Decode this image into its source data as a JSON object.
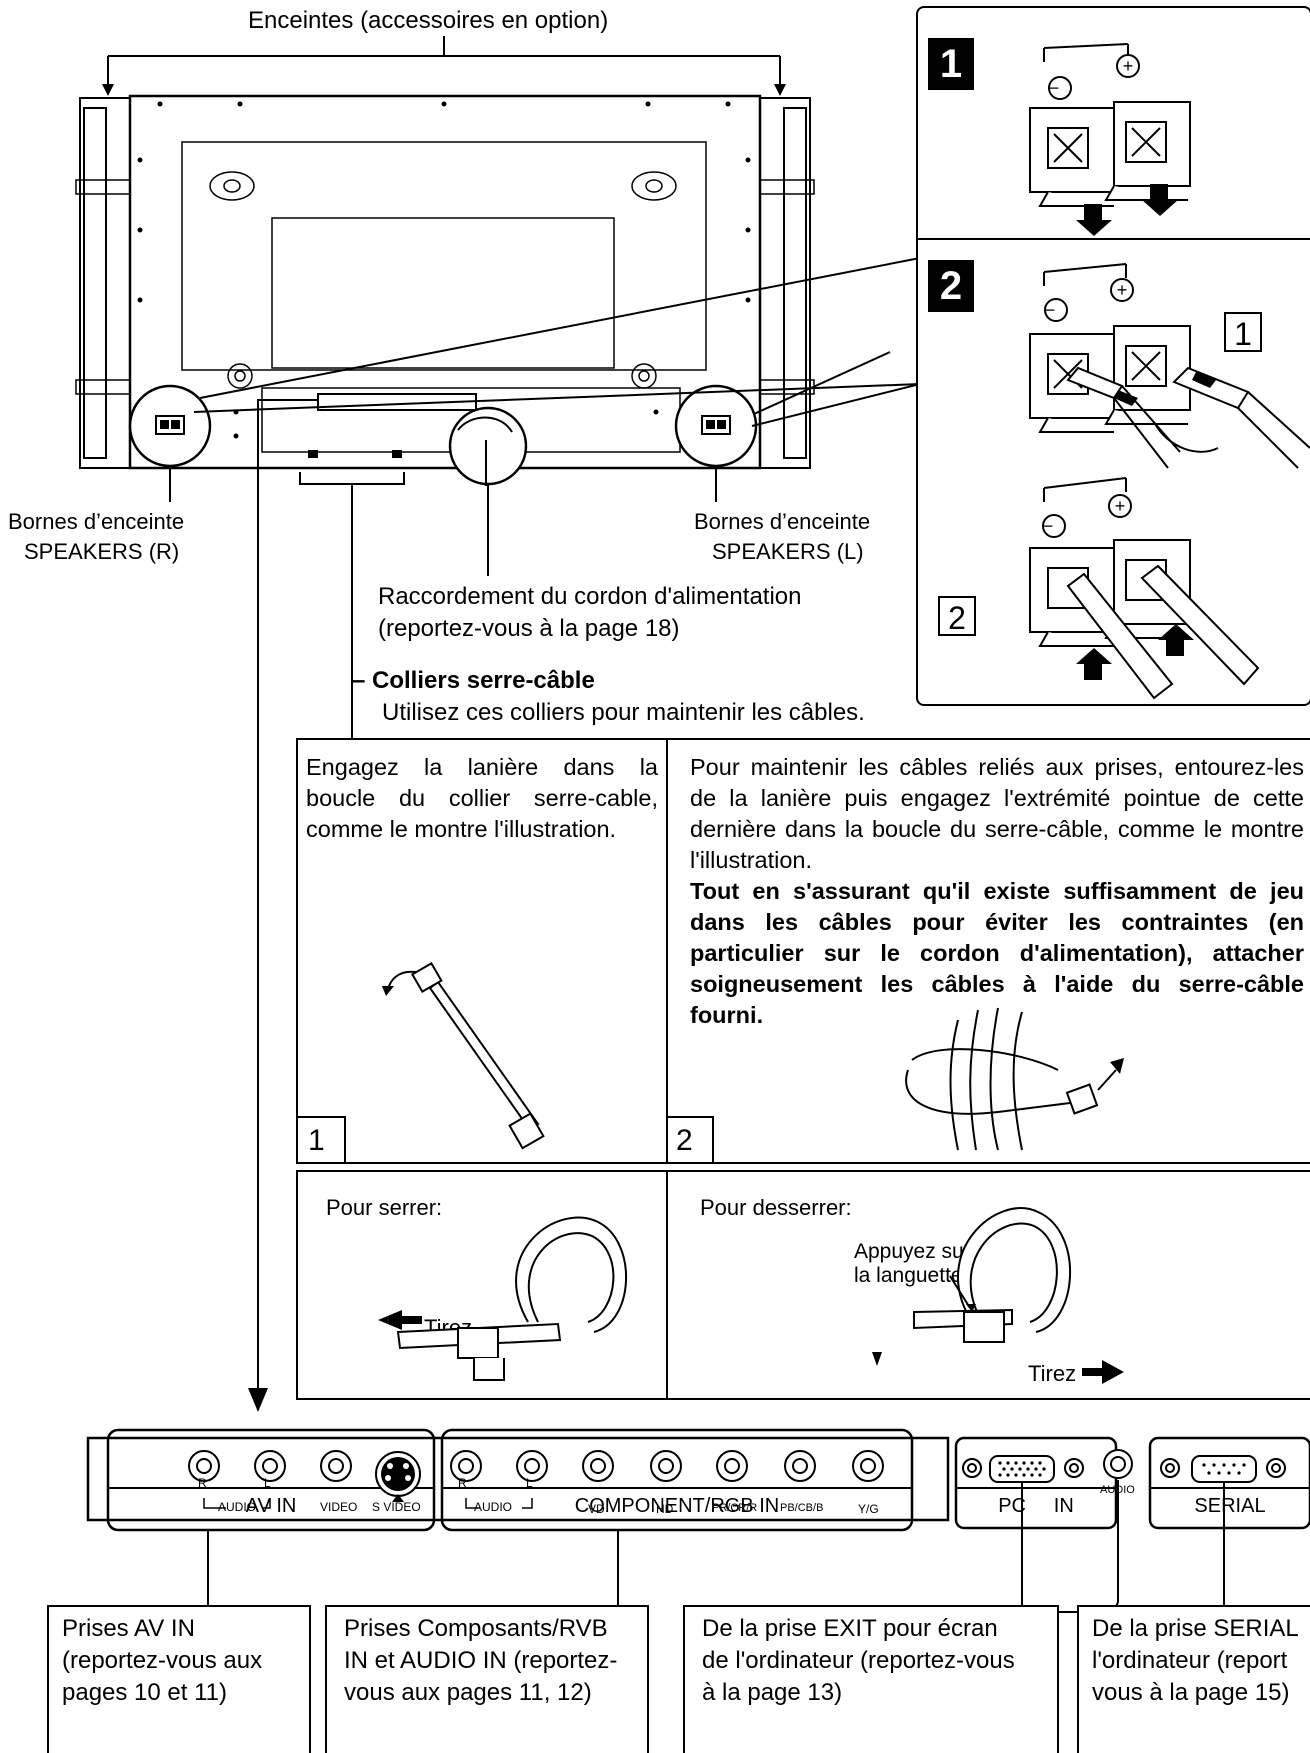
{
  "top": {
    "speakers_title": "Enceintes (accessoires en option)",
    "terminal_r": [
      "Bornes d’enceinte",
      "SPEAKERS (R)"
    ],
    "terminal_l": [
      "Bornes d’enceinte",
      "SPEAKERS (L)"
    ],
    "power_cord": [
      "Raccordement du cordon d'alimentation",
      "(reportez-vous à la page 18)"
    ],
    "clamp_title": "– Colliers serre-câble",
    "clamp_desc": "Utilisez ces colliers pour maintenir les câbles."
  },
  "steps": {
    "step1": "1",
    "step2": "2",
    "minus": "−",
    "plus": "+",
    "sub1": "1",
    "sub2": "2"
  },
  "clamp_panels": {
    "left_text": "Engagez la lanière dans la boucle du collier serre-cable, comme le montre l'illustration.",
    "left_num": "1",
    "right_text": "Pour maintenir les câbles reliés aux prises, entourez-les de la lanière puis engagez l'extrémité pointue de cette dernière dans la boucle du serre-câble, comme le montre l'illustration.",
    "right_bold": "Tout en s'assurant qu'il existe suffisamment de jeu dans les câbles pour éviter les contraintes (en particulier sur le cordon d'alimentation), attacher soigneusement les câbles à l'aide du serre-câble fourni.",
    "right_num": "2"
  },
  "tighten": {
    "left_title": "Pour serrer:",
    "left_pull": "Tirez",
    "right_title": "Pour desserrer:",
    "press_tab": [
      "Appuyez sur",
      "la languette"
    ],
    "right_pull": "Tirez"
  },
  "panel": {
    "av": {
      "title": "AV  IN",
      "r": "R",
      "l": "L",
      "audio": "AUDIO",
      "video": "VIDEO",
      "svideo": "S VIDEO"
    },
    "comp": {
      "title": "COMPONENT/RGB IN",
      "r": "R",
      "l": "L",
      "audio": "AUDIO",
      "vd": "VD",
      "hd": "HD",
      "pr": "PR/CR/R",
      "pb": "PB/CB/B",
      "yg": "Y/G"
    },
    "pc": {
      "title": "PC     IN",
      "audio": "AUDIO"
    },
    "serial": {
      "title": "SERIAL"
    }
  },
  "callouts": {
    "av": [
      "Prises AV IN",
      "(reportez-vous aux",
      "pages 10 et 11)"
    ],
    "comp": [
      "Prises Composants/RVB",
      "IN et AUDIO IN (reportez-",
      "vous aux pages 11, 12)"
    ],
    "pc": [
      "De la prise EXIT pour écran",
      "de l'ordinateur (reportez-vous",
      "à la page 13)"
    ],
    "serial": [
      "De la prise SERIAL",
      "l'ordinateur (report",
      "vous à la page 15)"
    ]
  }
}
